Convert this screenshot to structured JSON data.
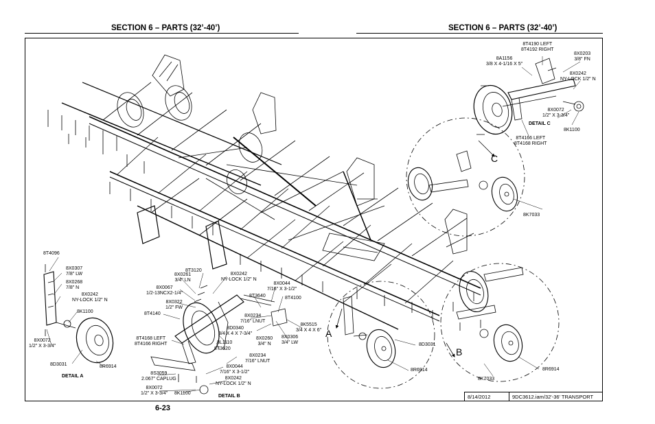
{
  "header": {
    "left_title": "SECTION 6 – PARTS (32’-40’)",
    "right_title": "SECTION 6 – PARTS (32’-40’)"
  },
  "page_number": "6-23",
  "title_block": {
    "date": "8/14/2012",
    "file": "9DC3612.iam/32'-36' TRANSPORT"
  },
  "details": {
    "a": "DETAIL  A",
    "b": "DETAIL  B",
    "c": "DETAIL  C"
  },
  "view_letters": {
    "a": "A",
    "b": "B",
    "c": "C"
  },
  "callouts": {
    "detail_c": {
      "p8t4190": "8T4190   LEFT",
      "p8t4192": "8T4192 RIGHT",
      "p8a1156": "8A1156",
      "p8a1156_desc": "3/8 X 4-1/16 X 5\"",
      "p8x0203": "8X0203",
      "p8x0203_desc": "3/8\" FN",
      "p8x0242": "8X0242",
      "p8x0242_desc": "NY-LOCK 1/2\" N",
      "p8x0072": "8X0072",
      "p8x0072_desc": "1/2\" X 3-3/4\"",
      "p8k1100": "8K1100",
      "p8t4166": "8T4166   LEFT",
      "p8t4168": "8T4168 RIGHT"
    },
    "view_c": {
      "p8k7033": "8K7033"
    },
    "detail_a": {
      "p8t4096": "8T4096",
      "p8x0307": "8X0307",
      "p8x0307_desc": "7/8\" LW",
      "p8x0268": "8X0268",
      "p8x0268_desc": "7/8\" N",
      "p8x0242": "8X0242",
      "p8x0242_desc": "NY-LOCK 1/2\" N",
      "p8k1100": "8K1100",
      "p8x0072": "8X0072",
      "p8x0072_desc": "1/2\" X 3-3/4\"",
      "p8d3031": "8D3031",
      "p8r6914": "8R6914"
    },
    "detail_b": {
      "p8x0261": "8X0261",
      "p8x0261_desc": "3/4\" LN",
      "p8t3120": "8T3120",
      "p8x0242": "8X0242",
      "p8x0242_desc": "NY-LOCK 1/2\" N",
      "p8x0067": "8X0067",
      "p8x0067_desc": "1/2-13NCX2-1/4\"",
      "p8x0044a": "8X0044",
      "p8x0044a_desc": "7/16\" X 3-1/2\"",
      "p8t4100": "8T4100",
      "p8t3640": "8T3640",
      "p8x0322": "8X0322",
      "p8x0322_desc": "1/2\" FW",
      "p8t4140": "8T4140",
      "p8x0234a": "8X0234",
      "p8x0234a_desc": "7/16\" LNUT",
      "p8k5515": "8K5515",
      "p8k5515_desc": "3/4 X 4 X 6\"",
      "p8d0340": "8D0340",
      "p8d0340_desc": "3/4 X 4 X 7-3/4\"",
      "p8x0306": "8X0306",
      "p8x0306_desc": "3/4\" LW",
      "p8x0260": "8X0260",
      "p8x0260_desc": "3/4\" N",
      "p8t4168": "8T4168    LEFT",
      "p8t4166": "8T4166 RIGHT",
      "p8l1110": "8L1110",
      "p8t3620": "8T3620",
      "p8x0234b": "8X0234",
      "p8x0234b_desc": "7/16\" LNUT",
      "p8x0044b": "8X0044",
      "p8x0044b_desc": "7/16\" X 3-1/2\"",
      "p8s3059": "8S3059",
      "p8s3059_desc": "2.067\" CAPLUG",
      "p8x0242b": "8X0242",
      "p8x0242b_desc": "NY-LOCK 1/2\" N",
      "p8x0072": "8X0072",
      "p8x0072_desc": "1/2\" X 3-3/4\"",
      "p8k1100": "8K1100"
    },
    "view_a": {
      "p8d3031": "8D3031",
      "p8r6914": "8R6914"
    },
    "view_b": {
      "p8k7033": "8K7033",
      "p8r6914": "8R6914"
    }
  }
}
